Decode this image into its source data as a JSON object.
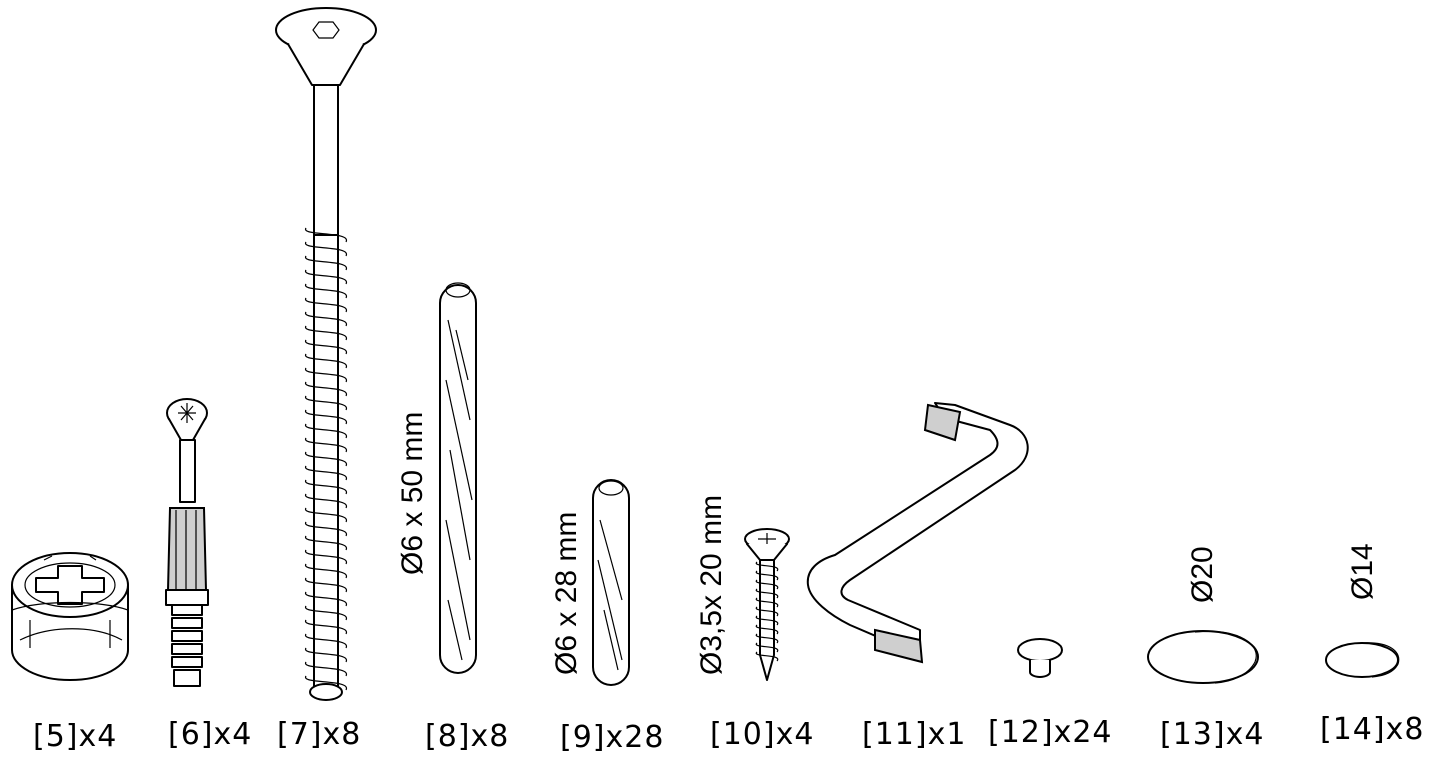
{
  "parts": [
    {
      "id": "5",
      "label": "[5]x4",
      "icon": "cam-lock-nut-icon"
    },
    {
      "id": "6",
      "label": "[6]x4",
      "icon": "cam-bolt-icon"
    },
    {
      "id": "7",
      "label": "[7]x8",
      "icon": "long-screw-icon"
    },
    {
      "id": "8",
      "label": "[8]x8",
      "icon": "long-dowel-icon"
    },
    {
      "id": "9",
      "label": "[9]x28",
      "icon": "short-dowel-icon"
    },
    {
      "id": "10",
      "label": "[10]x4",
      "icon": "wood-screw-icon"
    },
    {
      "id": "11",
      "label": "[11]x1",
      "icon": "allen-key-icon"
    },
    {
      "id": "12",
      "label": "[12]x24",
      "icon": "cover-cap-icon"
    },
    {
      "id": "13",
      "label": "[13]x4",
      "icon": "round-sticker-large-icon"
    },
    {
      "id": "14",
      "label": "[14]x8",
      "icon": "round-sticker-small-icon"
    }
  ],
  "dimensions": {
    "d8": "Ø6 x 50 mm",
    "d9": "Ø6 x 28 mm",
    "d10": "Ø3,5x 20 mm",
    "d13": "Ø20",
    "d14": "Ø14"
  }
}
